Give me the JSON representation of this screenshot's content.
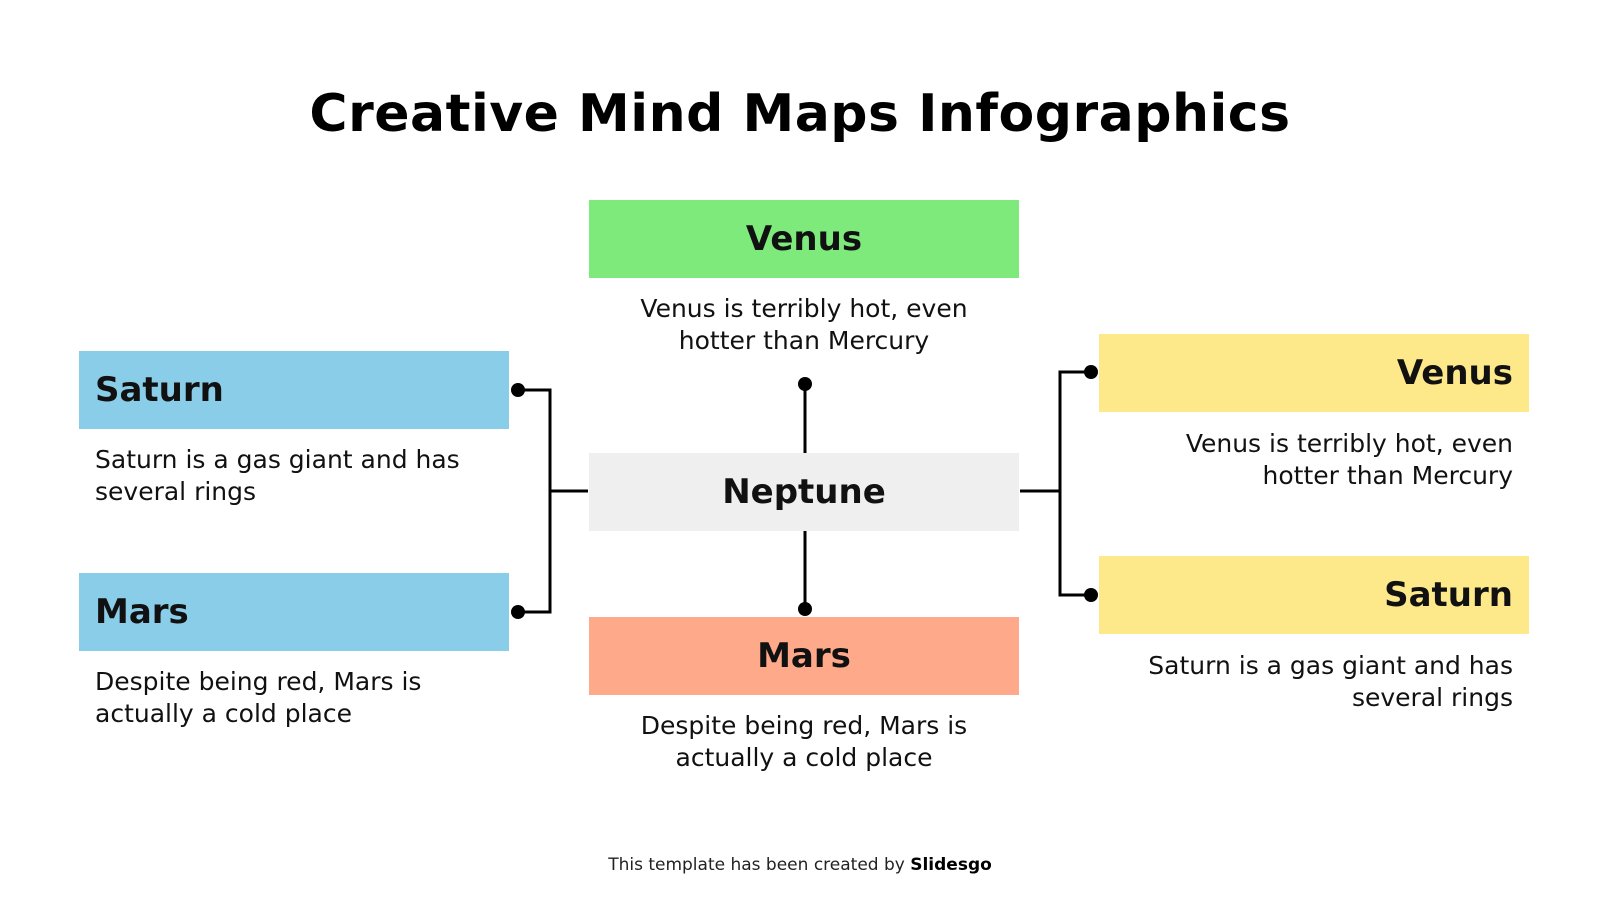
{
  "title": "Creative Mind Maps Infographics",
  "colors": {
    "green": "#7dea7b",
    "blue": "#89cde9",
    "yellow": "#fde98a",
    "salmon": "#fda98a",
    "gray": "#efefef",
    "line": "#000000"
  },
  "nodes": {
    "center": {
      "label": "Neptune"
    },
    "top": {
      "label": "Venus",
      "desc": "Venus is terribly hot, even hotter than Mercury"
    },
    "bottom": {
      "label": "Mars",
      "desc": "Despite being red, Mars is actually a cold place"
    },
    "left_top": {
      "label": "Saturn",
      "desc": "Saturn is a gas giant and has several rings"
    },
    "left_bottom": {
      "label": "Mars",
      "desc": "Despite being red, Mars is actually a cold place"
    },
    "right_top": {
      "label": "Venus",
      "desc": "Venus is terribly hot, even hotter than Mercury"
    },
    "right_bottom": {
      "label": "Saturn",
      "desc": "Saturn is a gas giant and has several rings"
    }
  },
  "footer": {
    "prefix": "This template has been created by ",
    "brand": "Slidesgo"
  }
}
